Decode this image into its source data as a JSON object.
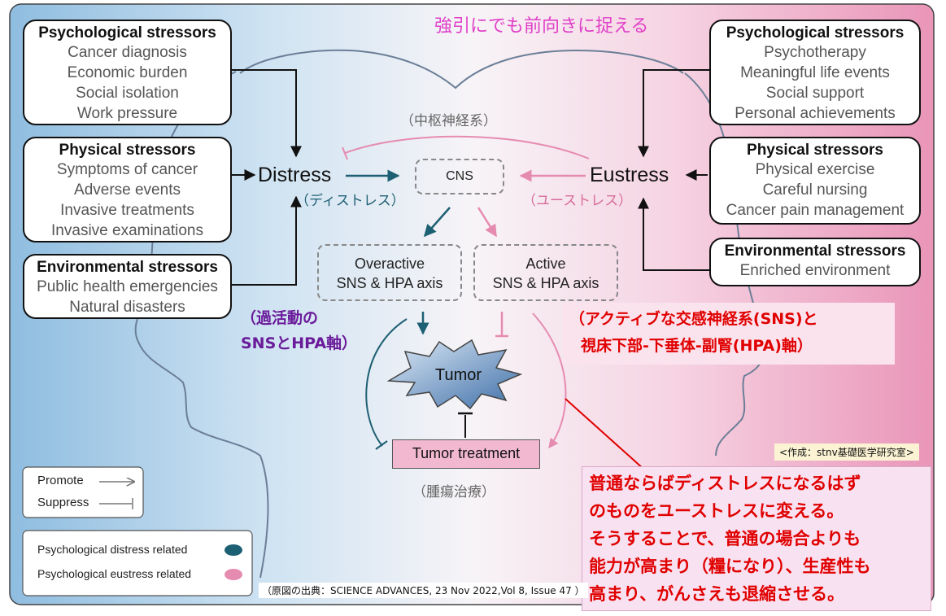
{
  "colors": {
    "distress": "#1d5f73",
    "eustress": "#e68bb0",
    "headline": "#e040c8",
    "red_note": "#e00000",
    "purple_note": "#6a1b9a"
  },
  "headline": "強引にでも前向きに捉える",
  "left": {
    "psychological": {
      "title": "Psychological stressors",
      "items": [
        "Cancer diagnosis",
        "Economic burden",
        "Social isolation",
        "Work pressure"
      ]
    },
    "physical": {
      "title": "Physical stressors",
      "items": [
        "Symptoms of cancer",
        "Adverse events",
        "Invasive  treatments",
        "Invasive examinations"
      ]
    },
    "environmental": {
      "title": "Environmental stressors",
      "items": [
        "Public health emergencies",
        "Natural disasters"
      ]
    }
  },
  "right": {
    "psychological": {
      "title": "Psychological stressors",
      "items": [
        "Psychotherapy",
        "Meaningful life events",
        "Social support",
        "Personal achievements"
      ]
    },
    "physical": {
      "title": "Physical stressors",
      "items": [
        "Physical exercise",
        "Careful nursing",
        "Cancer pain management"
      ]
    },
    "environmental": {
      "title": "Environmental stressors",
      "items": [
        "Enriched environment"
      ]
    }
  },
  "center": {
    "cns_ja": "（中枢神経系）",
    "cns": "CNS",
    "distress": "Distress",
    "distress_ja": "（ディストレス）",
    "eustress": "Eustress",
    "eustress_ja": "（ユーストレス）",
    "overactive": [
      "Overactive",
      "SNS & HPA axis"
    ],
    "active": [
      "Active",
      "SNS & HPA axis"
    ],
    "tumor": "Tumor",
    "treatment": "Tumor treatment",
    "treatment_ja": "（腫瘍治療）"
  },
  "notes": {
    "purple": [
      "（過活動の",
      "SNSとHPA軸）"
    ],
    "pink": [
      "（アクティブな交感神経系(SNS)と",
      "視床下部-下垂体-副腎(HPA)軸）"
    ],
    "credit": "<作成：stnv基礎医学研究室>",
    "red": [
      "普通ならばディストレスになるはず",
      "のものをユーストレスに変える。",
      "そうすることで、普通の場合よりも",
      "能力が高まり（糧になり）、生産性も",
      "高まり、がんさえも退縮させる。"
    ]
  },
  "legend1": {
    "promote": "Promote",
    "suppress": "Suppress"
  },
  "legend2": {
    "distress": "Psychological distress related",
    "eustress": "Psychological eustress related"
  },
  "source": "（原図の出典：SCIENCE ADVANCES, 23 Nov 2022,Vol 8, Issue 47 ）"
}
